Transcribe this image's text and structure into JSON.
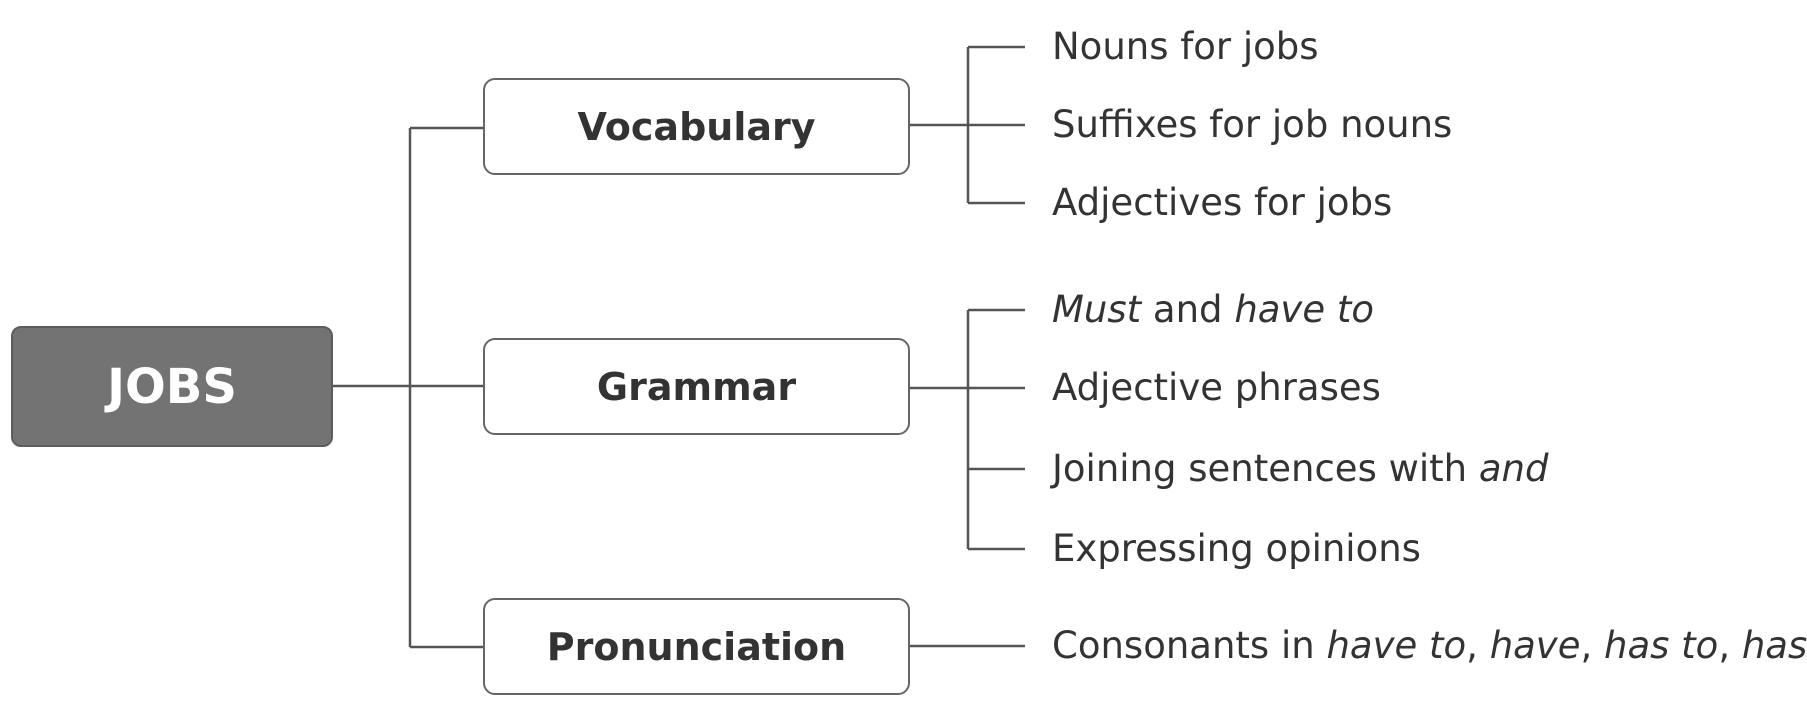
{
  "root": {
    "label": "JOBS",
    "color": "#737373"
  },
  "branches": [
    {
      "label": "Vocabulary",
      "items": [
        [
          {
            "text": "Nouns for jobs",
            "italic": false
          }
        ],
        [
          {
            "text": "Suffixes for job nouns",
            "italic": false
          }
        ],
        [
          {
            "text": "Adjectives for jobs",
            "italic": false
          }
        ]
      ]
    },
    {
      "label": "Grammar",
      "items": [
        [
          {
            "text": "Must",
            "italic": true
          },
          {
            "text": " and ",
            "italic": false
          },
          {
            "text": "have to",
            "italic": true
          }
        ],
        [
          {
            "text": "Adjective phrases",
            "italic": false
          }
        ],
        [
          {
            "text": "Joining sentences with ",
            "italic": false
          },
          {
            "text": "and",
            "italic": true
          }
        ],
        [
          {
            "text": "Expressing opinions",
            "italic": false
          }
        ]
      ]
    },
    {
      "label": "Pronunciation",
      "items": [
        [
          {
            "text": "Consonants in ",
            "italic": false
          },
          {
            "text": "have to",
            "italic": true
          },
          {
            "text": ", ",
            "italic": false
          },
          {
            "text": "have",
            "italic": true
          },
          {
            "text": ", ",
            "italic": false
          },
          {
            "text": "has to",
            "italic": true
          },
          {
            "text": ", ",
            "italic": false
          },
          {
            "text": "has",
            "italic": true
          }
        ]
      ]
    }
  ],
  "line_color": "#555555"
}
